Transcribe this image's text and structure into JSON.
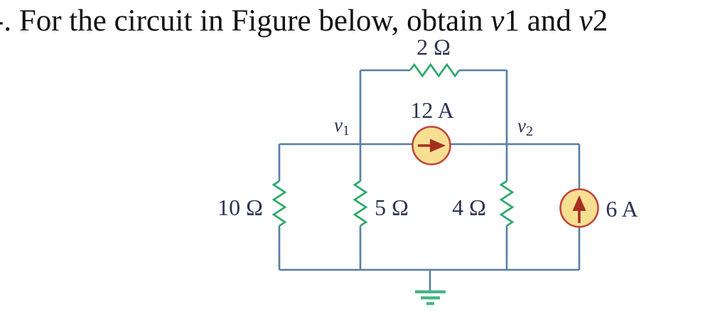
{
  "title": {
    "prefix": "-. For the circuit in Figure below, obtain ",
    "v1": {
      "var": "v",
      "num": "1"
    },
    "connector": " and ",
    "v2": {
      "var": "v",
      "num": "2"
    }
  },
  "figure": {
    "type": "circuit-diagram",
    "resistors": [
      {
        "id": "R-top",
        "label": "2 Ω",
        "orientation": "horizontal"
      },
      {
        "id": "R-left",
        "label": "10 Ω",
        "orientation": "vertical"
      },
      {
        "id": "R-middle",
        "label": "5 Ω",
        "orientation": "vertical"
      },
      {
        "id": "R-right",
        "label": "4 Ω",
        "orientation": "vertical"
      }
    ],
    "current_sources": [
      {
        "id": "I-12A",
        "label": "12 A",
        "direction": "right"
      },
      {
        "id": "I-6A",
        "label": "6 A",
        "direction": "up"
      }
    ],
    "node_labels": [
      {
        "var": "v",
        "sub": "1"
      },
      {
        "var": "v",
        "sub": "2"
      }
    ],
    "colors": {
      "wire": "#567ea3",
      "resistor": "#2ca86d",
      "source_fill": "#f7df92",
      "source_stroke": "#c1453b",
      "arrow": "#a52e22",
      "label": "#2b3352",
      "ground": "#45b483",
      "title_text": "#111111"
    }
  }
}
